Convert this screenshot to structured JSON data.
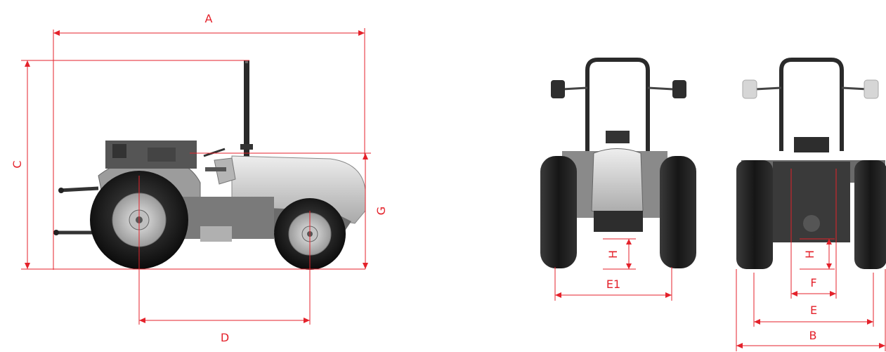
{
  "colors": {
    "dimension": "#e4222b",
    "tire": "#1c1c1c",
    "body": "#cfcfcf",
    "frame": "#2a2a2a"
  },
  "views": {
    "side": {
      "name": "side-view"
    },
    "front": {
      "name": "front-view"
    },
    "rear": {
      "name": "rear-view"
    }
  },
  "labels": {
    "A": "A",
    "B": "B",
    "C": "C",
    "D": "D",
    "E": "E",
    "E1": "E1",
    "F": "F",
    "G": "G",
    "H_front": "H",
    "H_rear": "H"
  }
}
